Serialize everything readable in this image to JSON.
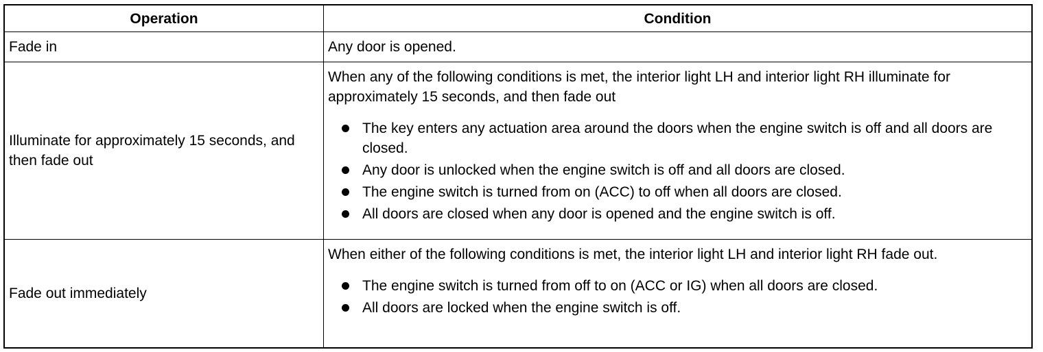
{
  "table": {
    "headers": {
      "operation": "Operation",
      "condition": "Condition"
    },
    "rows": [
      {
        "operation": "Fade in",
        "condition_intro": "Any door is opened.",
        "bullets": []
      },
      {
        "operation": "Illuminate for approximately 15 seconds, and then fade out",
        "condition_intro": "When any of the following conditions is met, the interior light LH and interior light RH illuminate for approximately 15 seconds, and then fade out",
        "bullets": [
          "The key enters any actuation area around the doors when the engine switch is off and all doors are closed.",
          "Any door is unlocked when the engine switch is off and all doors are closed.",
          "The engine switch is turned from on (ACC) to off when all doors are closed.",
          "All doors are closed when any door is opened and the engine switch is off."
        ]
      },
      {
        "operation": "Fade out immediately",
        "condition_intro": "When either of the following conditions is met, the interior light LH and interior light RH fade out.",
        "bullets": [
          "The engine switch is turned from off to on (ACC or IG) when all doors are closed.",
          "All doors are locked when the engine switch is off."
        ]
      }
    ]
  }
}
